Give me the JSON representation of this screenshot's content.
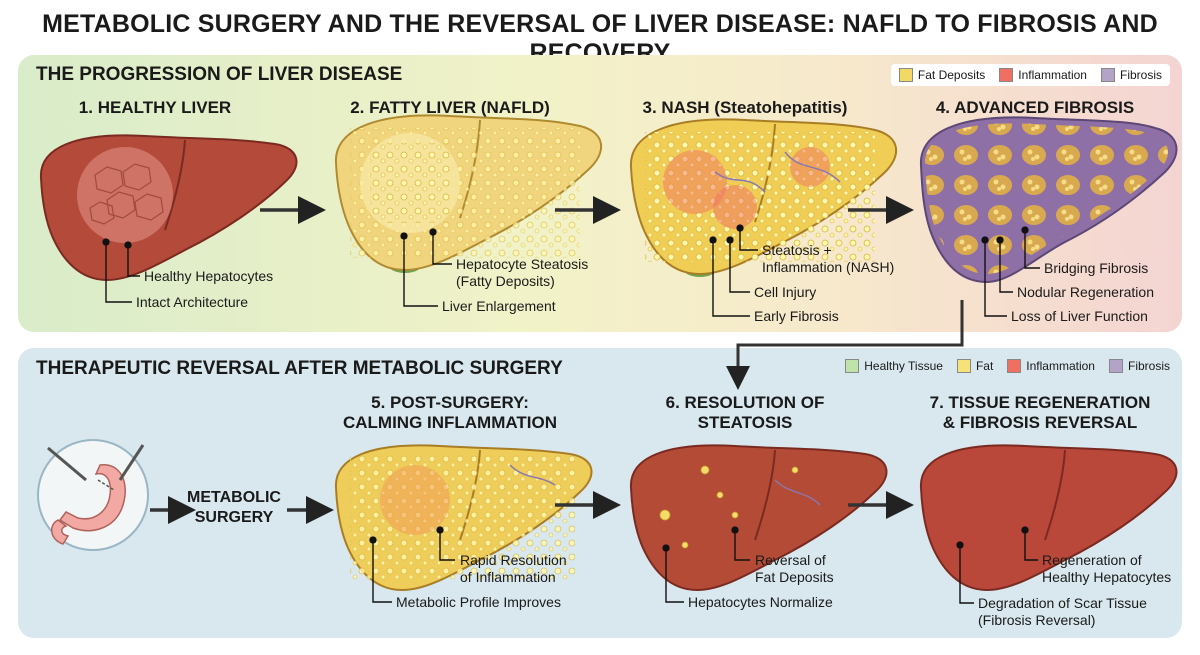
{
  "title": "METABOLIC SURGERY AND THE REVERSAL OF LIVER DISEASE: NAFLD TO FIBROSIS AND RECOVERY",
  "progression": {
    "heading": "THE PROGRESSION OF LIVER DISEASE",
    "legend": [
      {
        "label": "Fat Deposits",
        "color": "#f2d864"
      },
      {
        "label": "Inflammation",
        "color": "#ef6f62"
      },
      {
        "label": "Fibrosis",
        "color": "#b3a3c6"
      }
    ],
    "stages": [
      {
        "title": "1. HEALTHY LIVER",
        "callouts": [
          "Healthy Hepatocytes",
          "Intact Architecture"
        ]
      },
      {
        "title": "2. FATTY LIVER (NAFLD)",
        "callouts": [
          "Hepatocyte Steatosis\n(Fatty Deposits)",
          "Liver Enlargement"
        ]
      },
      {
        "title": "3. NASH (Steatohepatitis)",
        "callouts": [
          "Steatosis +\nInflammation (NASH)",
          "Cell Injury",
          "Early Fibrosis"
        ]
      },
      {
        "title": "4. ADVANCED FIBROSIS",
        "callouts": [
          "Bridging Fibrosis",
          "Nodular Regeneration",
          "Loss of Liver Function"
        ]
      }
    ]
  },
  "reversal": {
    "heading": "THERAPEUTIC REVERSAL AFTER METABOLIC SURGERY",
    "legend": [
      {
        "label": "Healthy Tissue",
        "color": "#bfe3a8"
      },
      {
        "label": "Fat",
        "color": "#f7e27a"
      },
      {
        "label": "Inflammation",
        "color": "#ef6f62"
      },
      {
        "label": "Fibrosis",
        "color": "#b3a3c6"
      }
    ],
    "surgery_label": "METABOLIC\nSURGERY",
    "stages": [
      {
        "title": "5. POST-SURGERY:\nCALMING INFLAMMATION",
        "callouts": [
          "Rapid Resolution\nof Inflammation",
          "Metabolic Profile Improves"
        ]
      },
      {
        "title": "6. RESOLUTION OF\nSTEATOSIS",
        "callouts": [
          "Reversal of\nFat Deposits",
          "Hepatocytes Normalize"
        ]
      },
      {
        "title": "7. TISSUE REGENERATION\n& FIBROSIS REVERSAL",
        "callouts": [
          "Regeneration of\nHealthy Hepatocytes",
          "Degradation of Scar Tissue\n(Fibrosis Reversal)"
        ]
      }
    ]
  }
}
